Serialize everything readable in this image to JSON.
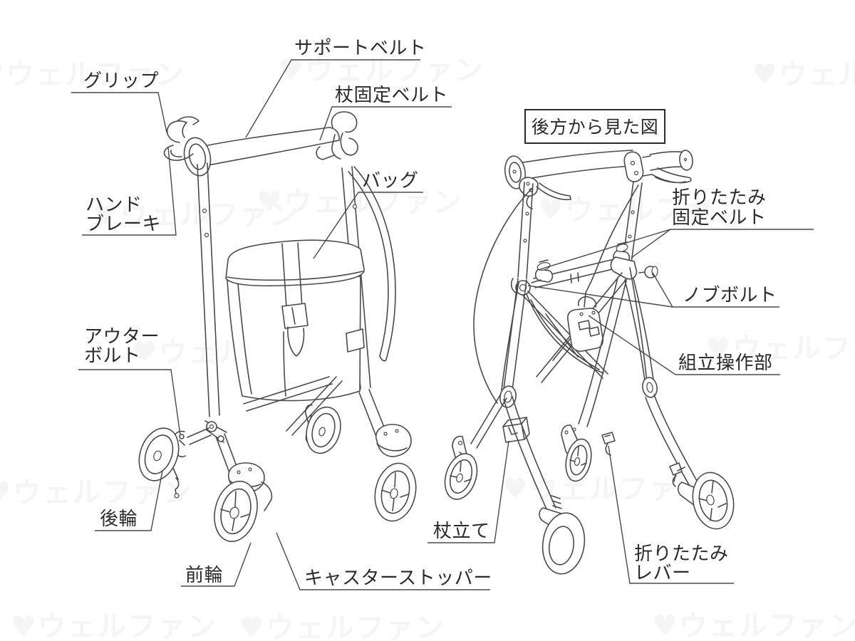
{
  "figure": {
    "type": "labeled-parts-diagram",
    "subject_ja": "歩行車の各部名称（前方図・後方図）"
  },
  "colors": {
    "background": "#ffffff",
    "line": "#4a4a4a",
    "label_text": "#2b2b2b",
    "watermark": "#f5f5f5"
  },
  "watermark": {
    "tile": "♥ウェルファン"
  },
  "front_view": {
    "labels": {
      "grip": {
        "text": "グリップ"
      },
      "support_belt": {
        "text": "サポートベルト"
      },
      "cane_fixing_belt": {
        "text": "杖固定ベルト"
      },
      "bag": {
        "text": "バッグ"
      },
      "hand_brake": {
        "line1": "ハンド",
        "line2": "ブレーキ"
      },
      "outer_bolt": {
        "line1": "アウター",
        "line2": "ボルト"
      },
      "rear_wheel": {
        "text": "後輪"
      },
      "front_wheel": {
        "text": "前輪"
      },
      "caster_stopper": {
        "text": "キャスターストッパー"
      }
    }
  },
  "rear_view": {
    "caption": "後方から見た図",
    "labels": {
      "folding_fixing_belt": {
        "line1": "折りたたみ",
        "line2": "固定ベルト"
      },
      "knob_bolt": {
        "text": "ノブボルト"
      },
      "assembly_operation_part": {
        "text": "組立操作部"
      },
      "cane_stand": {
        "text": "杖立て"
      },
      "folding_lever": {
        "line1": "折りたたみ",
        "line2": "レバー"
      }
    }
  }
}
